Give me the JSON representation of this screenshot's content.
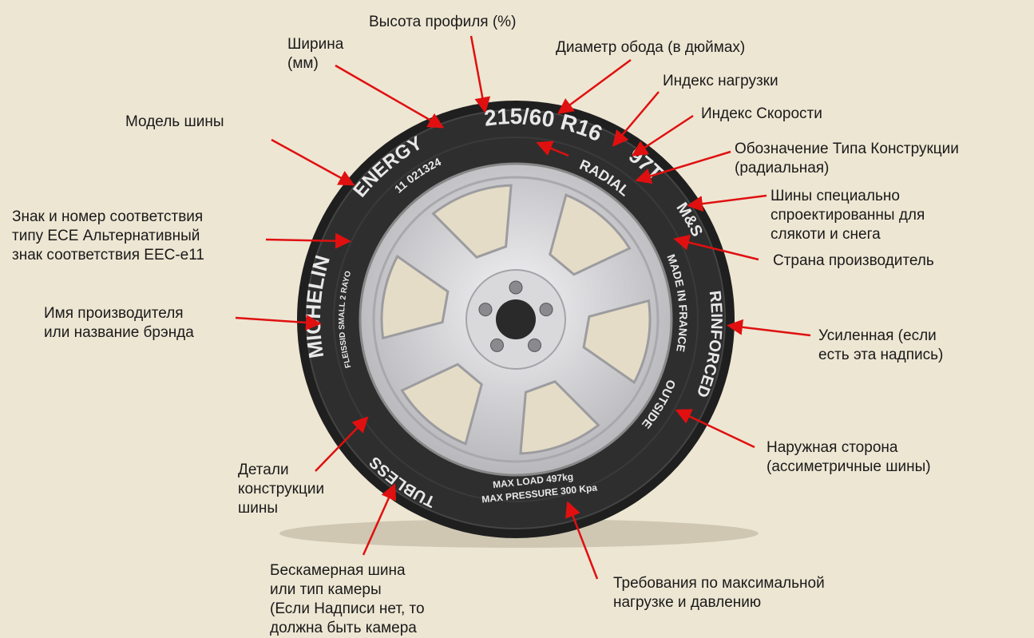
{
  "colors": {
    "arrow": "#e01010",
    "background": "#ede6d3",
    "tire": "#2b2b2b",
    "rim": "#d4d4d6"
  },
  "tire_markings": {
    "size": "215/60 R16",
    "load_speed": "97T",
    "construction": "RADIAL",
    "mud_snow": "M&S",
    "country": "MADE IN FRANCE",
    "reinforced": "REINFORCED",
    "outside": "OUTSIDE",
    "model": "ENERGY",
    "approval": "11 021324",
    "brand": "MICHELIN",
    "details": "FLEISSID SMALL 2 RAYO",
    "tubeless": "TUBLESS",
    "max_load": "MAX LOAD 497kg",
    "max_pressure": "MAX PRESSURE 300 Kpa"
  },
  "labels": {
    "profile_height": [
      "Высота профиля (%)"
    ],
    "width": [
      "Ширина",
      "(мм)"
    ],
    "rim_diameter": [
      "Диаметр обода (в дюймах)"
    ],
    "load_index": [
      "Индекс нагрузки"
    ],
    "speed_index": [
      "Индекс Скорости"
    ],
    "construction_type": [
      "Обозначение Типа Конструкции",
      "(радиальная)"
    ],
    "mud_snow": [
      "Шины специально",
      "спроектированны для",
      "слякоти и снега"
    ],
    "country": [
      "Страна производитель"
    ],
    "reinforced": [
      "Усиленная (если",
      "есть эта надпись)"
    ],
    "outside": [
      "Наружная сторона",
      "(ассиметричные шины)"
    ],
    "max_load": [
      "Требования по максимальной",
      "нагрузке и давлению"
    ],
    "tubeless": [
      "Бескамерная шина",
      "или тип камеры",
      "(Если Надписи нет, то",
      "должна быть камера"
    ],
    "construction_details": [
      "Детали",
      "конструкции",
      "шины"
    ],
    "brand": [
      "Имя производителя",
      "или название брэнда"
    ],
    "ece": [
      "Знак и номер соответствия",
      "типу ECE Альтернативный",
      "знак соответствия EEC-e11"
    ],
    "model": [
      "Модель шины"
    ]
  }
}
